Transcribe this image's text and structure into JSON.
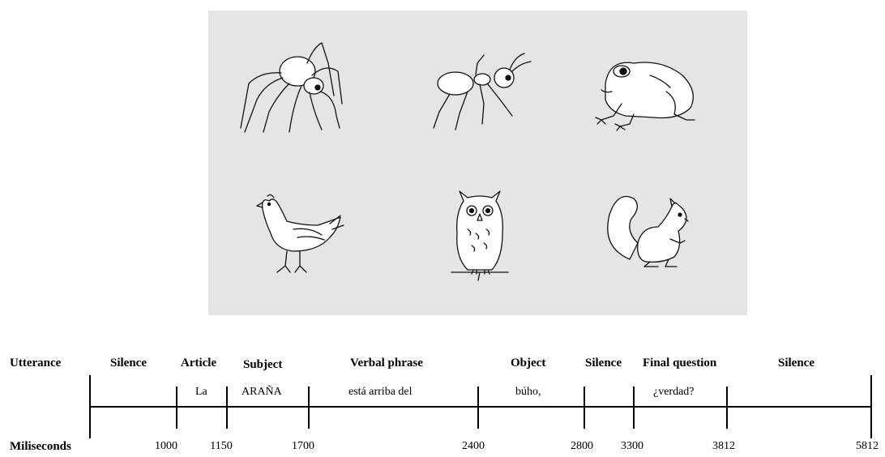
{
  "animals": {
    "top": [
      "spider-icon",
      "ant-icon",
      "frog-icon"
    ],
    "bottom": [
      "hen-icon",
      "owl-icon",
      "squirrel-icon"
    ]
  },
  "timeline": {
    "row_label": "Utterance",
    "ms_label": "Miliseconds",
    "segments": [
      {
        "category": "Silence",
        "word": ""
      },
      {
        "category": "Article",
        "word": "La"
      },
      {
        "category": "Subject",
        "word": "ARAÑA"
      },
      {
        "category": "Verbal phrase",
        "word": "está arriba del"
      },
      {
        "category": "Object",
        "word": "búho,"
      },
      {
        "category": "Silence",
        "word": ""
      },
      {
        "category": "Final question",
        "word": "¿verdad?"
      },
      {
        "category": "Silence",
        "word": ""
      }
    ],
    "milliseconds": [
      "1000",
      "1150",
      "1700",
      "2400",
      "2800",
      "3300",
      "3812",
      "5812"
    ]
  }
}
